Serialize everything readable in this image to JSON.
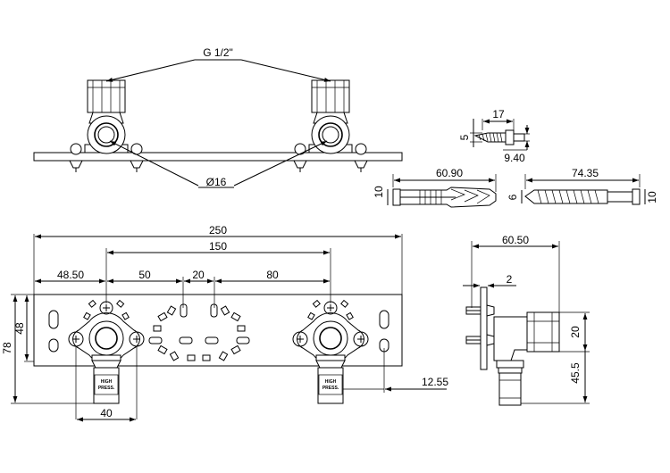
{
  "labels": {
    "thread": "G 1/2\"",
    "diameter": "Ø16",
    "screw_len": "17",
    "screw_head": "5",
    "screw_shank": "9.40",
    "dowel_len": "60.90",
    "dowel_dia": "10",
    "longscrew_len": "74.35",
    "longscrew_dia1": "6",
    "longscrew_dia2": "10",
    "overall_width": "250",
    "center_distance": "150",
    "left_offset": "48.50",
    "dim_50": "50",
    "dim_20": "20",
    "dim_80": "80",
    "height_78": "78",
    "height_48": "48",
    "bottom_40": "40",
    "offset_1255": "12.55",
    "side_depth": "60.50",
    "plate_thick": "2",
    "side_20": "20",
    "side_455": "45.5",
    "brand_text": "HIGH PRESSURE"
  }
}
